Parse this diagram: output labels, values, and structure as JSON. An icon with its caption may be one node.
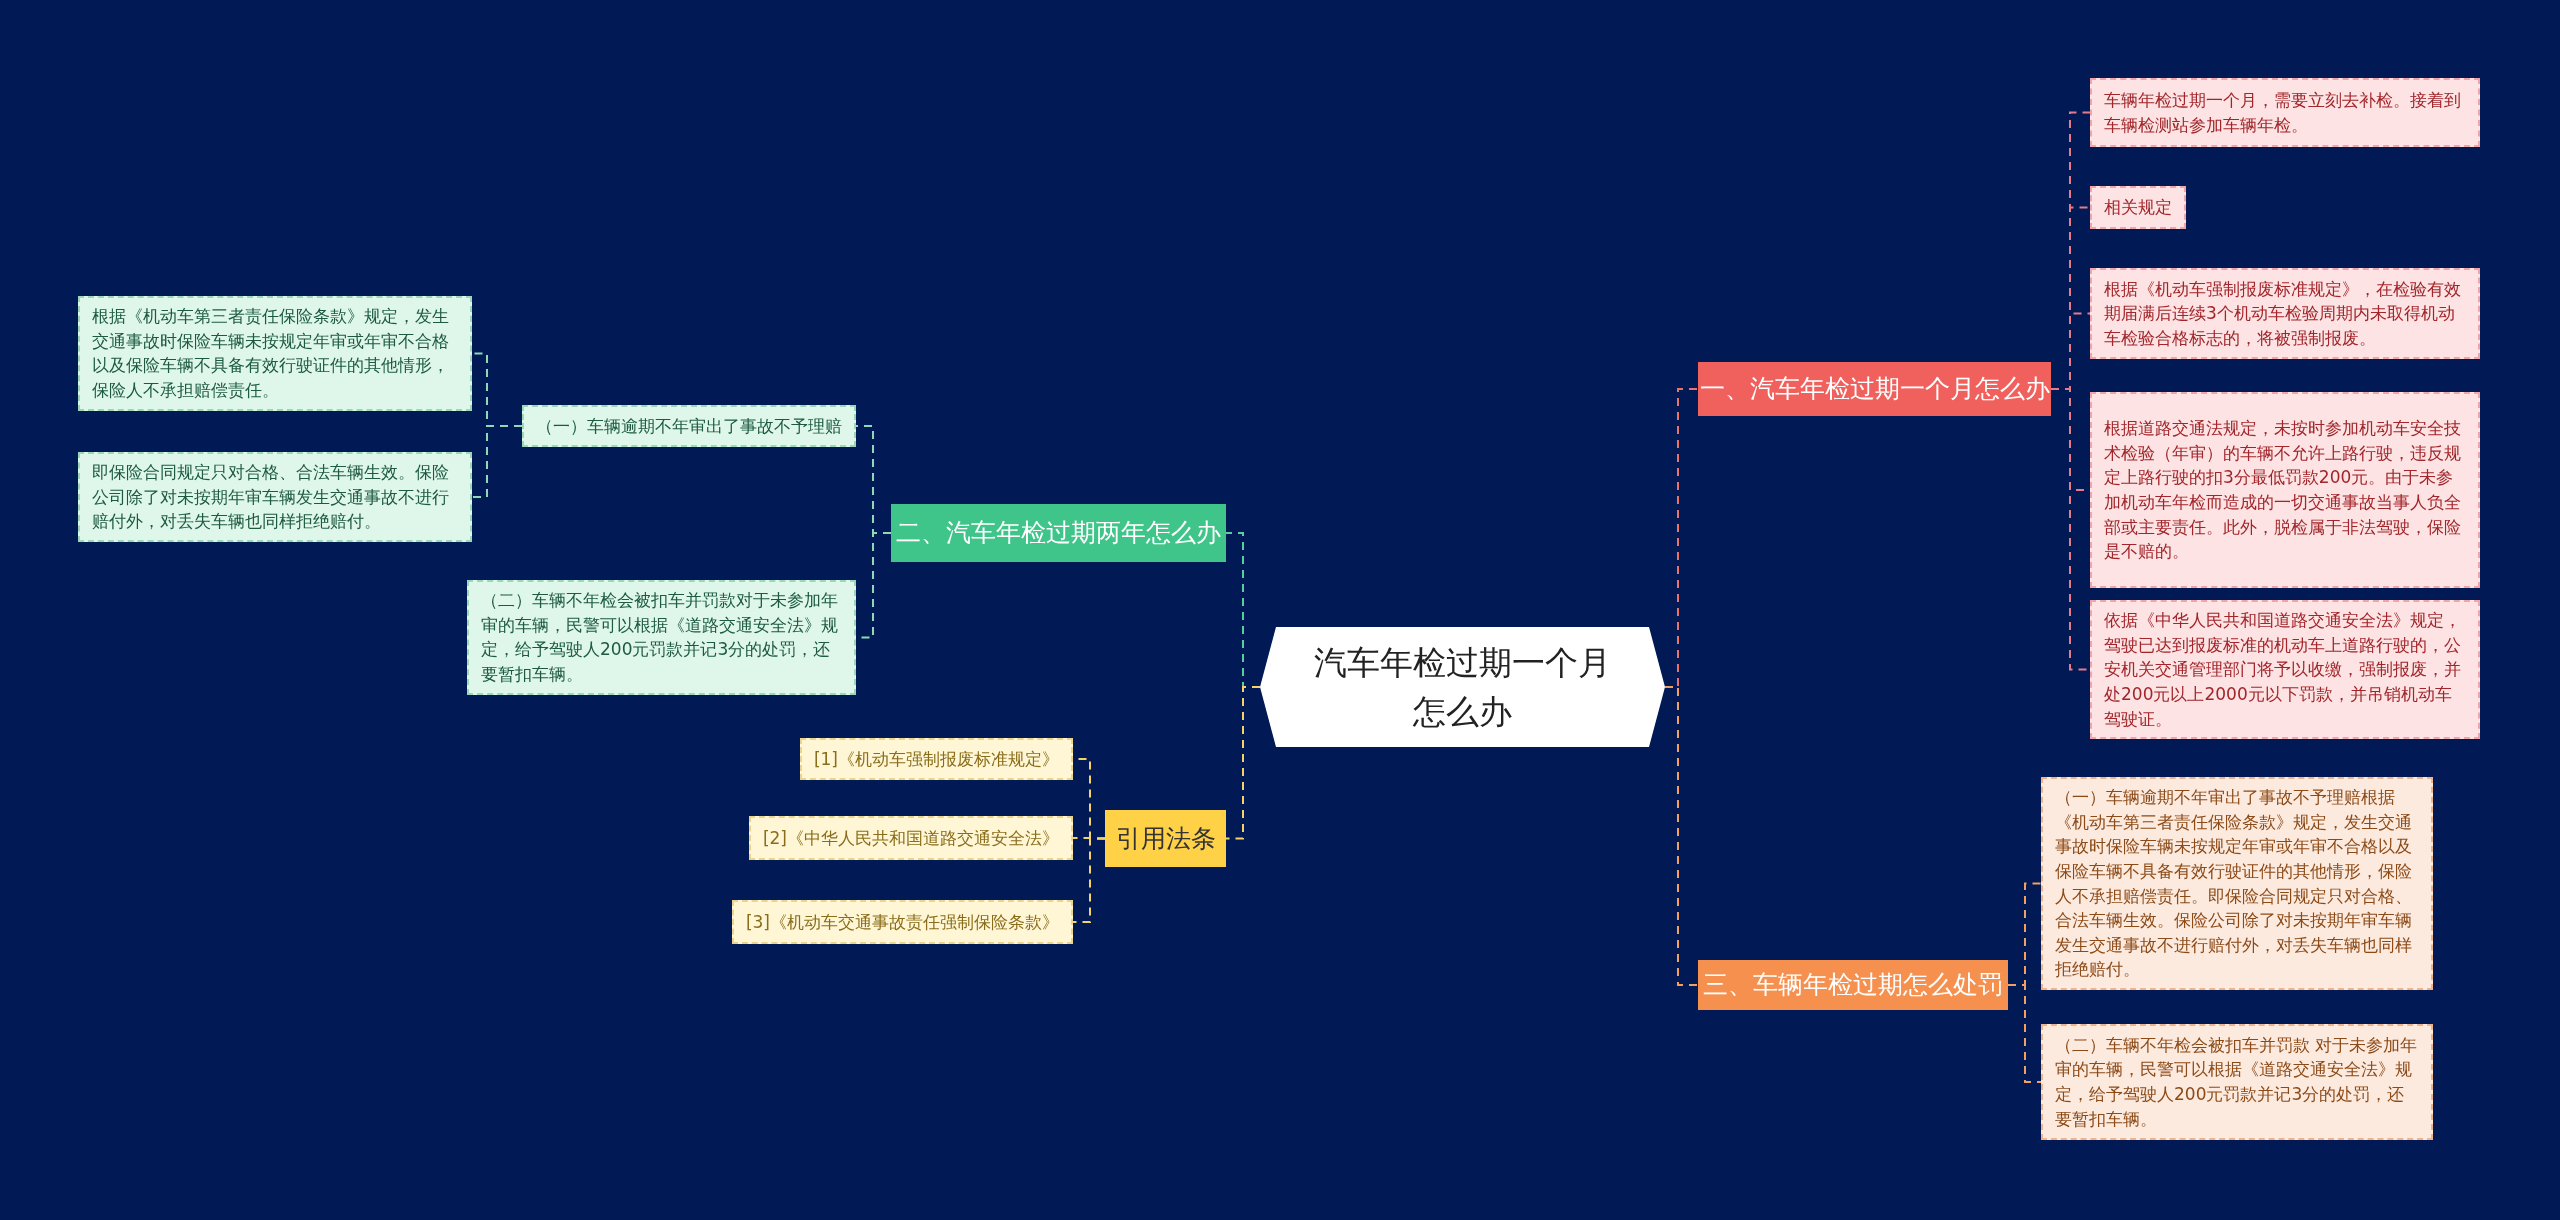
{
  "diagram": {
    "nodes": [
      {
        "text": [
          "汽车年检过期一个月怎么办"
        ]
      },
      {
        "text": [
          "一、汽车年检过期一个月怎么办"
        ]
      },
      {
        "text": [
          "车辆年检过期一个月，需要立刻去补检。接着到车辆检测站参加车辆年检。"
        ]
      },
      {
        "text": [
          "相关规定"
        ]
      },
      {
        "text": [
          "根据《机动车强制报废标准规定》，在检验有效期届满后连续3个机动车检验周期内未取得机动车检验合格标志的，将被强制报废。"
        ]
      },
      {
        "text": [
          "根据道路交通法规定，未按时参加机动车安全技术检验（年审）的车辆不允许上路行驶，违反规定上路行驶的扣3分最低罚款200元。由于未参加机动车年检而造成的一切交通事故当事人负全部或主要责任。此外，脱检属于非法驾驶，保险是不赔的。"
        ]
      },
      {
        "text": [
          "依据《中华人民共和国道路交通安全法》规定，驾驶已达到报废标准的机动车上道路行驶的，公安机关交通管理部门将予以收缴，强制报废，并处200元以上2000元以下罚款，并吊销机动车驾驶证。"
        ]
      },
      {
        "text": [
          "三、车辆年检过期怎么处罚"
        ]
      },
      {
        "text": [
          "（一）车辆逾期不年审出了事故不予理赔根据《机动车第三者责任保险条款》规定，发生交通事故时保险车辆未按规定年审或年审不合格以及保险车辆不具备有效行驶证件的其他情形，保险人不承担赔偿责任。即保险合同规定只对合格、合法车辆生效。保险公司除了对未按期年审车辆发生交通事故不进行赔付外，对丢失车辆也同样拒绝赔付。"
        ]
      },
      {
        "text": [
          "（二）车辆不年检会被扣车并罚款 对于未参加年审的车辆，民警可以根据《道路交通安全法》规定，给予驾驶人200元罚款并记3分的处罚，还要暂扣车辆。"
        ]
      },
      {
        "text": [
          "二、汽车年检过期两年怎么办"
        ]
      },
      {
        "text": [
          "（一）车辆逾期不年审出了事故不予理赔"
        ]
      },
      {
        "text": [
          "根据《机动车第三者责任保险条款》规定，发生交通事故时保险车辆未按规定年审或年审不合格以及保险车辆不具备有效行驶证件的其他情形，保险人不承担赔偿责任。"
        ]
      },
      {
        "text": [
          "即保险合同规定只对合格、合法车辆生效。保险公司除了对未按期年审车辆发生交通事故不进行赔付外，对丢失车辆也同样拒绝赔付。"
        ]
      },
      {
        "text": [
          "（二）车辆不年检会被扣车并罚款对于未参加年审的车辆，民警可以根据《道路交通安全法》规定，给予驾驶人200元罚款并记3分的处罚，还要暂扣车辆。"
        ]
      },
      {
        "text": [
          "引用法条"
        ]
      },
      {
        "text": [
          "[1]《机动车强制报废标准规定》"
        ]
      },
      {
        "text": [
          "[2]《中华人民共和国道路交通安全法》"
        ]
      },
      {
        "text": [
          "[3]《机动车交通事故责任强制保险条款》"
        ]
      }
    ],
    "edges": [
      {
        "from": 0,
        "to": 1,
        "arrow": "none",
        "style": "dashed",
        "color": "#e8736e"
      },
      {
        "from": 0,
        "to": 7,
        "arrow": "none",
        "style": "dashed",
        "color": "#f2a060"
      },
      {
        "from": 0,
        "to": 10,
        "arrow": "none",
        "style": "dashed",
        "color": "#55cf9c"
      },
      {
        "from": 0,
        "to": 15,
        "arrow": "none",
        "style": "dashed",
        "color": "#f5d36a"
      },
      {
        "from": 1,
        "to": 2,
        "arrow": "none",
        "style": "dashed",
        "color": "#e57a8a"
      },
      {
        "from": 1,
        "to": 3,
        "arrow": "none",
        "style": "dashed",
        "color": "#e57a8a"
      },
      {
        "from": 1,
        "to": 4,
        "arrow": "none",
        "style": "dashed",
        "color": "#e57a8a"
      },
      {
        "from": 1,
        "to": 5,
        "arrow": "none",
        "style": "dashed",
        "color": "#e57a8a"
      },
      {
        "from": 1,
        "to": 6,
        "arrow": "none",
        "style": "dashed",
        "color": "#e57a8a"
      },
      {
        "from": 7,
        "to": 8,
        "arrow": "none",
        "style": "dashed",
        "color": "#f2a060"
      },
      {
        "from": 7,
        "to": 9,
        "arrow": "none",
        "style": "dashed",
        "color": "#f2a060"
      },
      {
        "from": 10,
        "to": 11,
        "arrow": "none",
        "style": "dashed",
        "color": "#8fd9b6"
      },
      {
        "from": 10,
        "to": 14,
        "arrow": "none",
        "style": "dashed",
        "color": "#8fd9b6"
      },
      {
        "from": 11,
        "to": 12,
        "arrow": "none",
        "style": "dashed",
        "color": "#8fd9b6"
      },
      {
        "from": 11,
        "to": 13,
        "arrow": "none",
        "style": "dashed",
        "color": "#8fd9b6"
      },
      {
        "from": 15,
        "to": 16,
        "arrow": "none",
        "style": "dashed",
        "color": "#f5d36a"
      },
      {
        "from": 15,
        "to": 17,
        "arrow": "none",
        "style": "dashed",
        "color": "#f5d36a"
      },
      {
        "from": 15,
        "to": 18,
        "arrow": "none",
        "style": "dashed",
        "color": "#f5d36a"
      }
    ]
  }
}
